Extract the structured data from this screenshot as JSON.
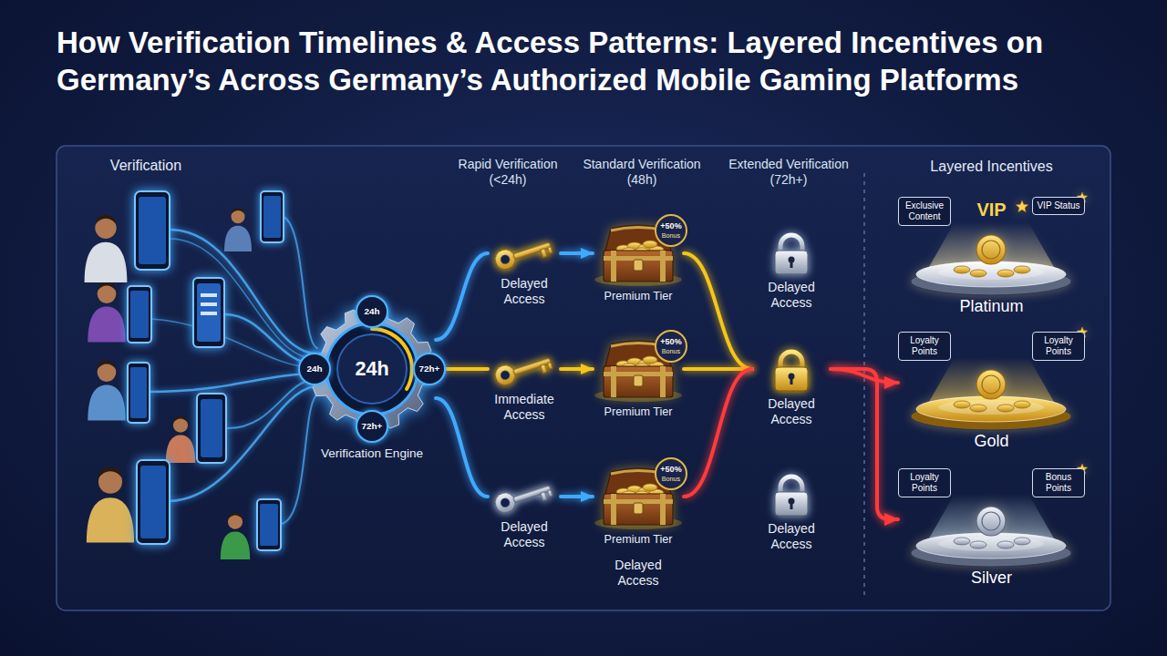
{
  "diagram": {
    "title": "How Verification Timelines & Access Patterns: Layered Incentives on Germany’s Across Germany’s Authorized Mobile Gaming Platforms",
    "nodes": [
      {
        "text": [
          "24h",
          "Verification Engine"
        ]
      },
      {
        "text": [
          "24h"
        ],
        "in": 0
      },
      {
        "text": [
          "24h"
        ],
        "in": 0
      },
      {
        "text": [
          "72h+"
        ],
        "in": 0
      },
      {
        "text": [
          "72h+"
        ],
        "in": 0
      },
      {
        "text": [
          "Delayed Access"
        ]
      },
      {
        "text": [
          "Premium Tier"
        ]
      },
      {
        "text": [
          "+50%",
          "Bonus"
        ],
        "in": 6
      },
      {
        "text": [
          "Delayed Access"
        ]
      },
      {
        "text": [
          "Immediate Access"
        ]
      },
      {
        "text": [
          "Premium Tier"
        ]
      },
      {
        "text": [
          "+50%",
          "Bonus"
        ],
        "in": 10
      },
      {
        "text": [
          "Delayed Access"
        ]
      },
      {
        "text": [
          "Delayed Access"
        ]
      },
      {
        "text": [
          "Premium Tier"
        ]
      },
      {
        "text": [
          "+50%",
          "Bonus"
        ],
        "in": 14
      },
      {
        "text": [
          "Delayed Access"
        ]
      },
      {
        "text": [
          "VIP",
          "Platinum"
        ]
      },
      {
        "text": [
          "Exclusive Content"
        ],
        "in": 17
      },
      {
        "text": [
          "VIP Status"
        ],
        "in": 17
      },
      {
        "text": [
          "Gold"
        ]
      },
      {
        "text": [
          "Loyalty Points"
        ],
        "in": 20
      },
      {
        "text": [
          "Loyalty Points"
        ],
        "in": 20
      },
      {
        "text": [
          "Silver"
        ]
      },
      {
        "text": [
          "Loyalty Points"
        ],
        "in": 23
      },
      {
        "text": [
          "Bonus Points"
        ],
        "in": 23
      }
    ],
    "edges": [
      {
        "from": 0,
        "to": 5,
        "arrow": "none"
      },
      {
        "from": 0,
        "to": 9,
        "arrow": "none"
      },
      {
        "from": 0,
        "to": 13,
        "arrow": "none"
      },
      {
        "from": 5,
        "to": 6,
        "arrow": "to"
      },
      {
        "from": 9,
        "to": 10,
        "arrow": "to"
      },
      {
        "from": 13,
        "to": 14,
        "arrow": "to"
      },
      {
        "from": 6,
        "to": 12,
        "arrow": "none"
      },
      {
        "from": 10,
        "to": 12,
        "arrow": "none"
      },
      {
        "from": 14,
        "to": 12,
        "arrow": "none"
      },
      {
        "from": 12,
        "to": 20,
        "arrow": "to"
      },
      {
        "from": 12,
        "to": 23,
        "arrow": "to"
      }
    ],
    "labels": [
      "Verification",
      "Rapid Verification (<24h)",
      "Standard Verification (48h)",
      "Extended Verification (72h+)",
      "Layered Incentives",
      "Delayed Access"
    ]
  }
}
